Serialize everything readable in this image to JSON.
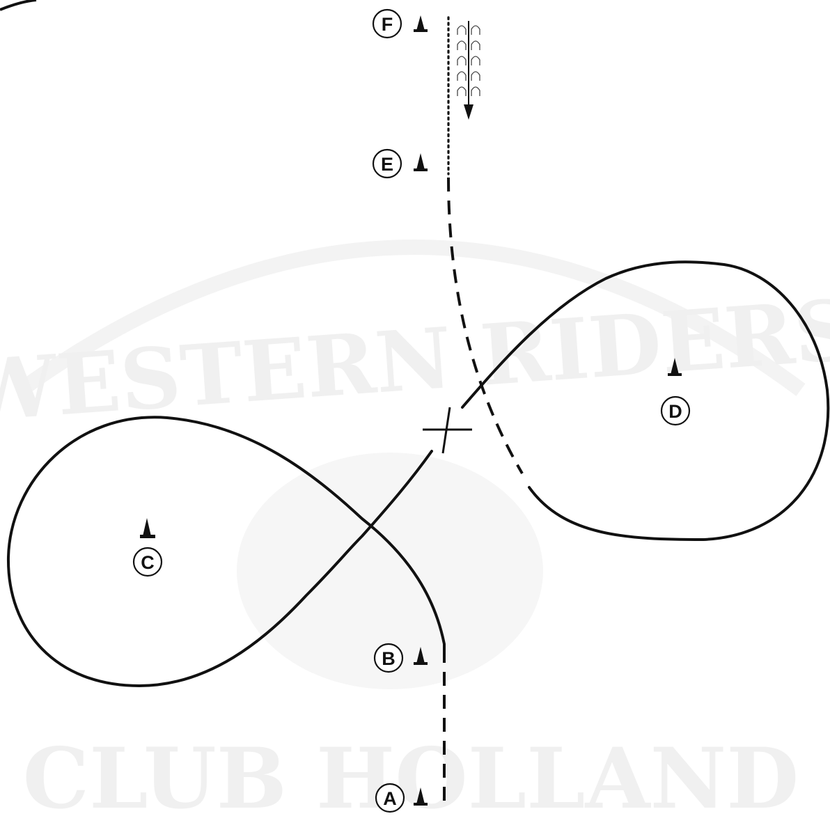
{
  "watermark": {
    "line1": "WESTERN RIDERS",
    "line2": "CLUB HOLLAND"
  },
  "markers": {
    "A": {
      "label": "A"
    },
    "B": {
      "label": "B"
    },
    "C": {
      "label": "C"
    },
    "D": {
      "label": "D"
    },
    "E": {
      "label": "E"
    },
    "F": {
      "label": "F"
    }
  },
  "legend": {
    "walk": "dotted",
    "lope": "solid",
    "trot": "dashed"
  },
  "colors": {
    "ink": "#111111",
    "watermark": "#f0f0f0",
    "background": "#ffffff"
  },
  "icons": {
    "cone": "cone-icon",
    "hoofprints": "hoofprint-icon",
    "direction": "arrow-down-icon",
    "lead_change": "cross-icon"
  }
}
